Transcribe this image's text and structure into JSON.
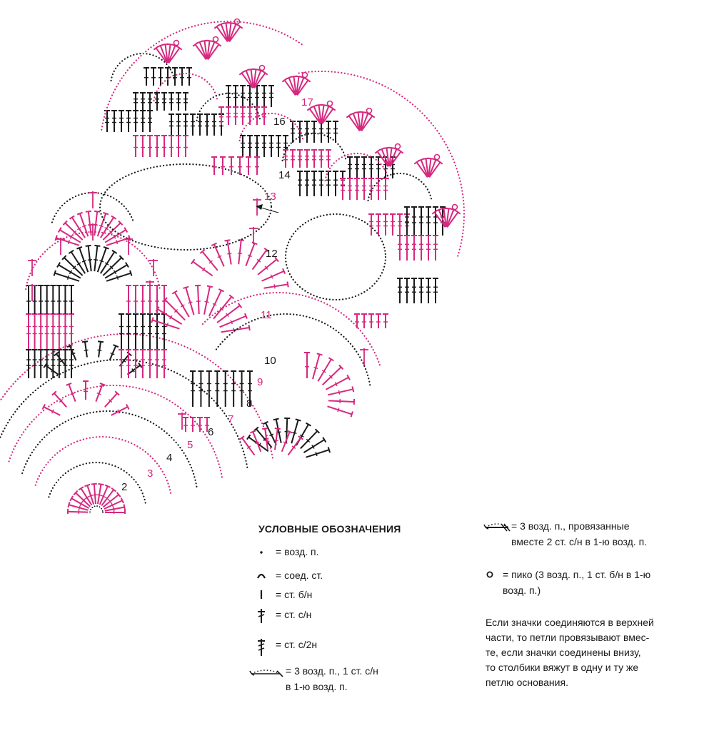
{
  "colors": {
    "black": "#1a1a1a",
    "magenta": "#d6287f"
  },
  "round_labels": [
    "2",
    "3",
    "4",
    "5",
    "6",
    "7",
    "8",
    "9",
    "10",
    "11",
    "12",
    "13",
    "14",
    "16",
    "17"
  ],
  "legend": {
    "title": "УСЛОВНЫЕ ОБОЗНАЧЕНИЯ",
    "items": [
      {
        "icon": "chain-stitch-icon",
        "text": "= возд. п."
      },
      {
        "icon": "slip-stitch-icon",
        "text": "= соед. ст."
      },
      {
        "icon": "single-crochet-icon",
        "text": "= ст. б/н"
      },
      {
        "icon": "double-crochet-icon",
        "text": "= ст. с/н"
      },
      {
        "icon": "treble-crochet-icon",
        "text": "= ст. с/2н"
      },
      {
        "icon": "chain-dc-icon",
        "text": [
          "= 3 возд. п., 1 ст. с/н",
          "в 1-ю возд. п."
        ]
      },
      {
        "icon": "chain-dc2tog-icon",
        "text": [
          "= 3 возд. п., провязанные",
          "вместе 2 ст. с/н в 1-ю возд. п."
        ]
      },
      {
        "icon": "picot-icon",
        "text": [
          "= пико (3 возд. п., 1 ст. б/н в 1-ю",
          "возд. п.)"
        ]
      }
    ]
  },
  "note": [
    "Если значки соединяются в верхней",
    "части, то петли провязывают вмес-",
    "те, если значки соединены внизу,",
    "то столбики вяжут в одну и ту же",
    "петлю основания."
  ]
}
